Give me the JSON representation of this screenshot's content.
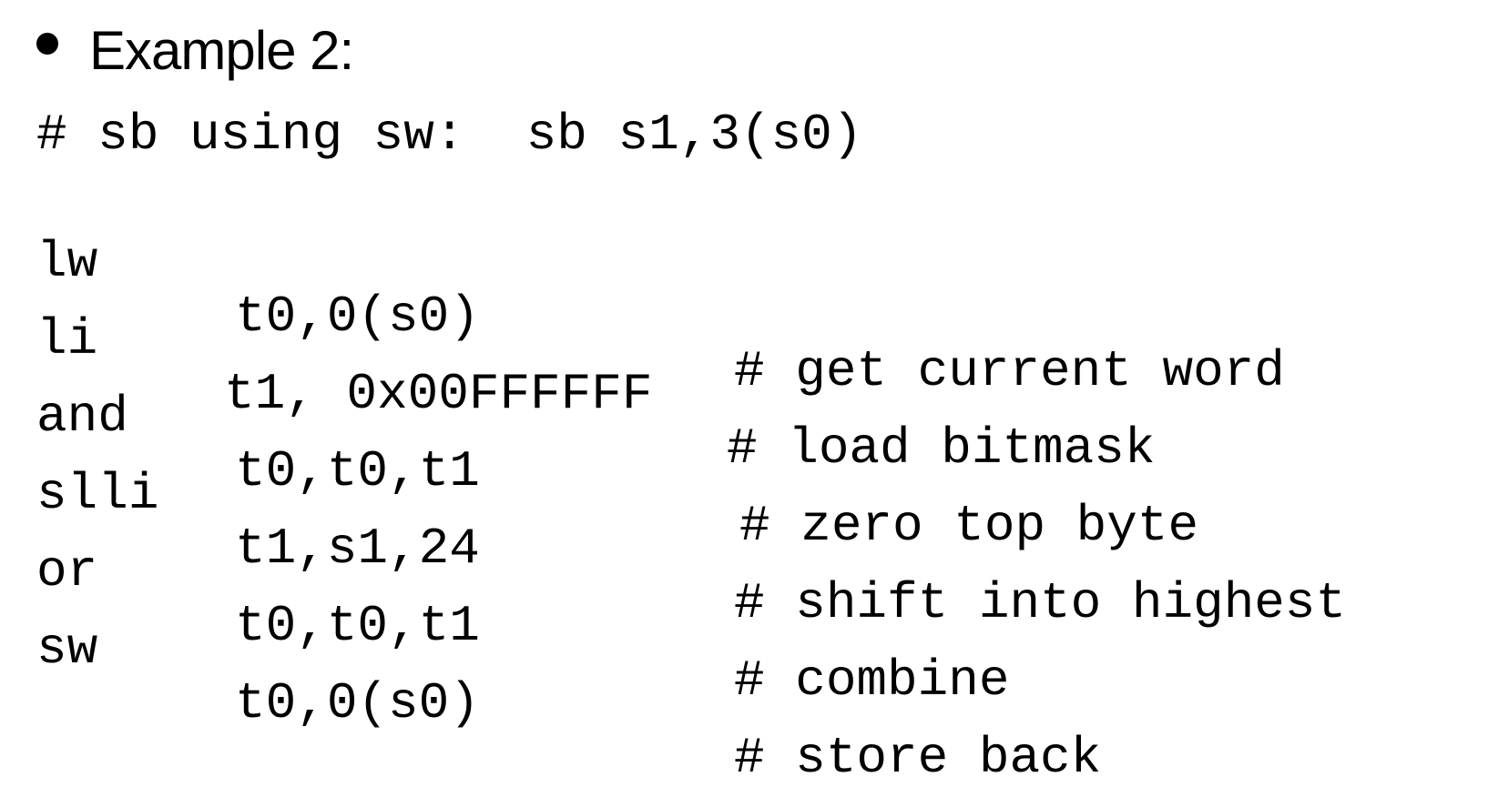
{
  "slide": {
    "heading": "Example 2:",
    "intro_comment": "# sb using sw:  sb s1,3(s0)",
    "code_lines": [
      {
        "op": "lw",
        "args": "t0,0(s0)",
        "comment": "# get current word"
      },
      {
        "op": "li",
        "args": "t1, 0x00FFFFFF",
        "comment": "# load bitmask"
      },
      {
        "op": "and",
        "args": "t0,t0,t1",
        "comment": "# zero top byte"
      },
      {
        "op": "slli",
        "args": "t1,s1,24",
        "comment": "# shift into highest"
      },
      {
        "op": "or",
        "args": "t0,t0,t1",
        "comment": "# combine"
      },
      {
        "op": "sw",
        "args": "t0,0(s0)",
        "comment": "# store back"
      }
    ]
  }
}
